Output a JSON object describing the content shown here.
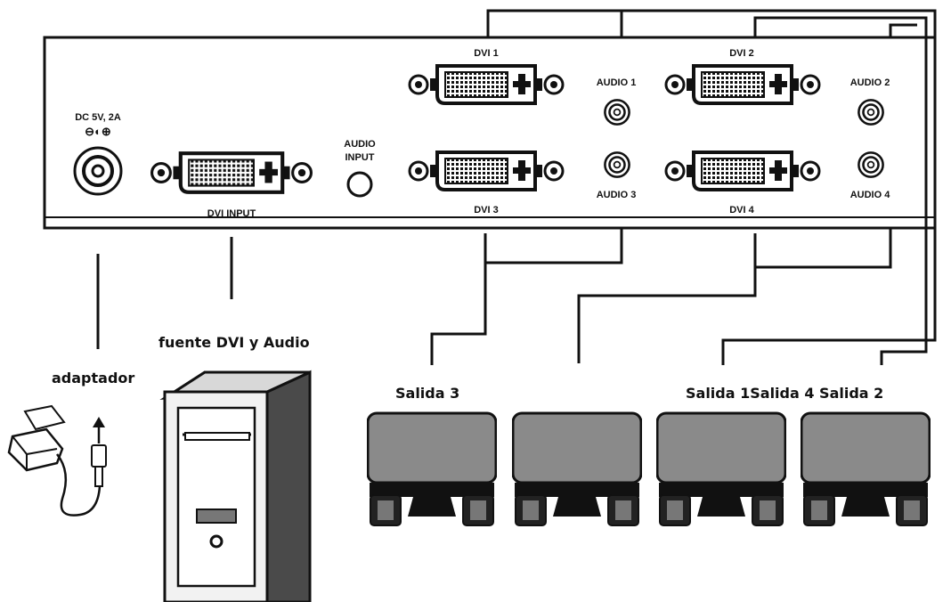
{
  "panel": {
    "power_label_line1": "DC 5V, 2A",
    "power_label_line2": "⊖◐⊕",
    "dvi_input_label": "DVI INPUT",
    "audio_input_label_line1": "AUDIO",
    "audio_input_label_line2": "INPUT",
    "dvi1_label": "DVI 1",
    "dvi2_label": "DVI 2",
    "dvi3_label": "DVI 3",
    "dvi4_label": "DVI 4",
    "audio1_label": "AUDIO 1",
    "audio2_label": "AUDIO 2",
    "audio3_label": "AUDIO 3",
    "audio4_label": "AUDIO 4"
  },
  "captions": {
    "adapter": "adaptador",
    "source": "fuente DVI y Audio",
    "output3": "Salida 3",
    "outputs_right": "Salida 1Salida 4 Salida 2"
  },
  "colors": {
    "ink": "#111111",
    "monitor_screen": "#8a8a8a",
    "tower_body": "#f2f2f2",
    "tower_side": "#4a4a4a"
  }
}
